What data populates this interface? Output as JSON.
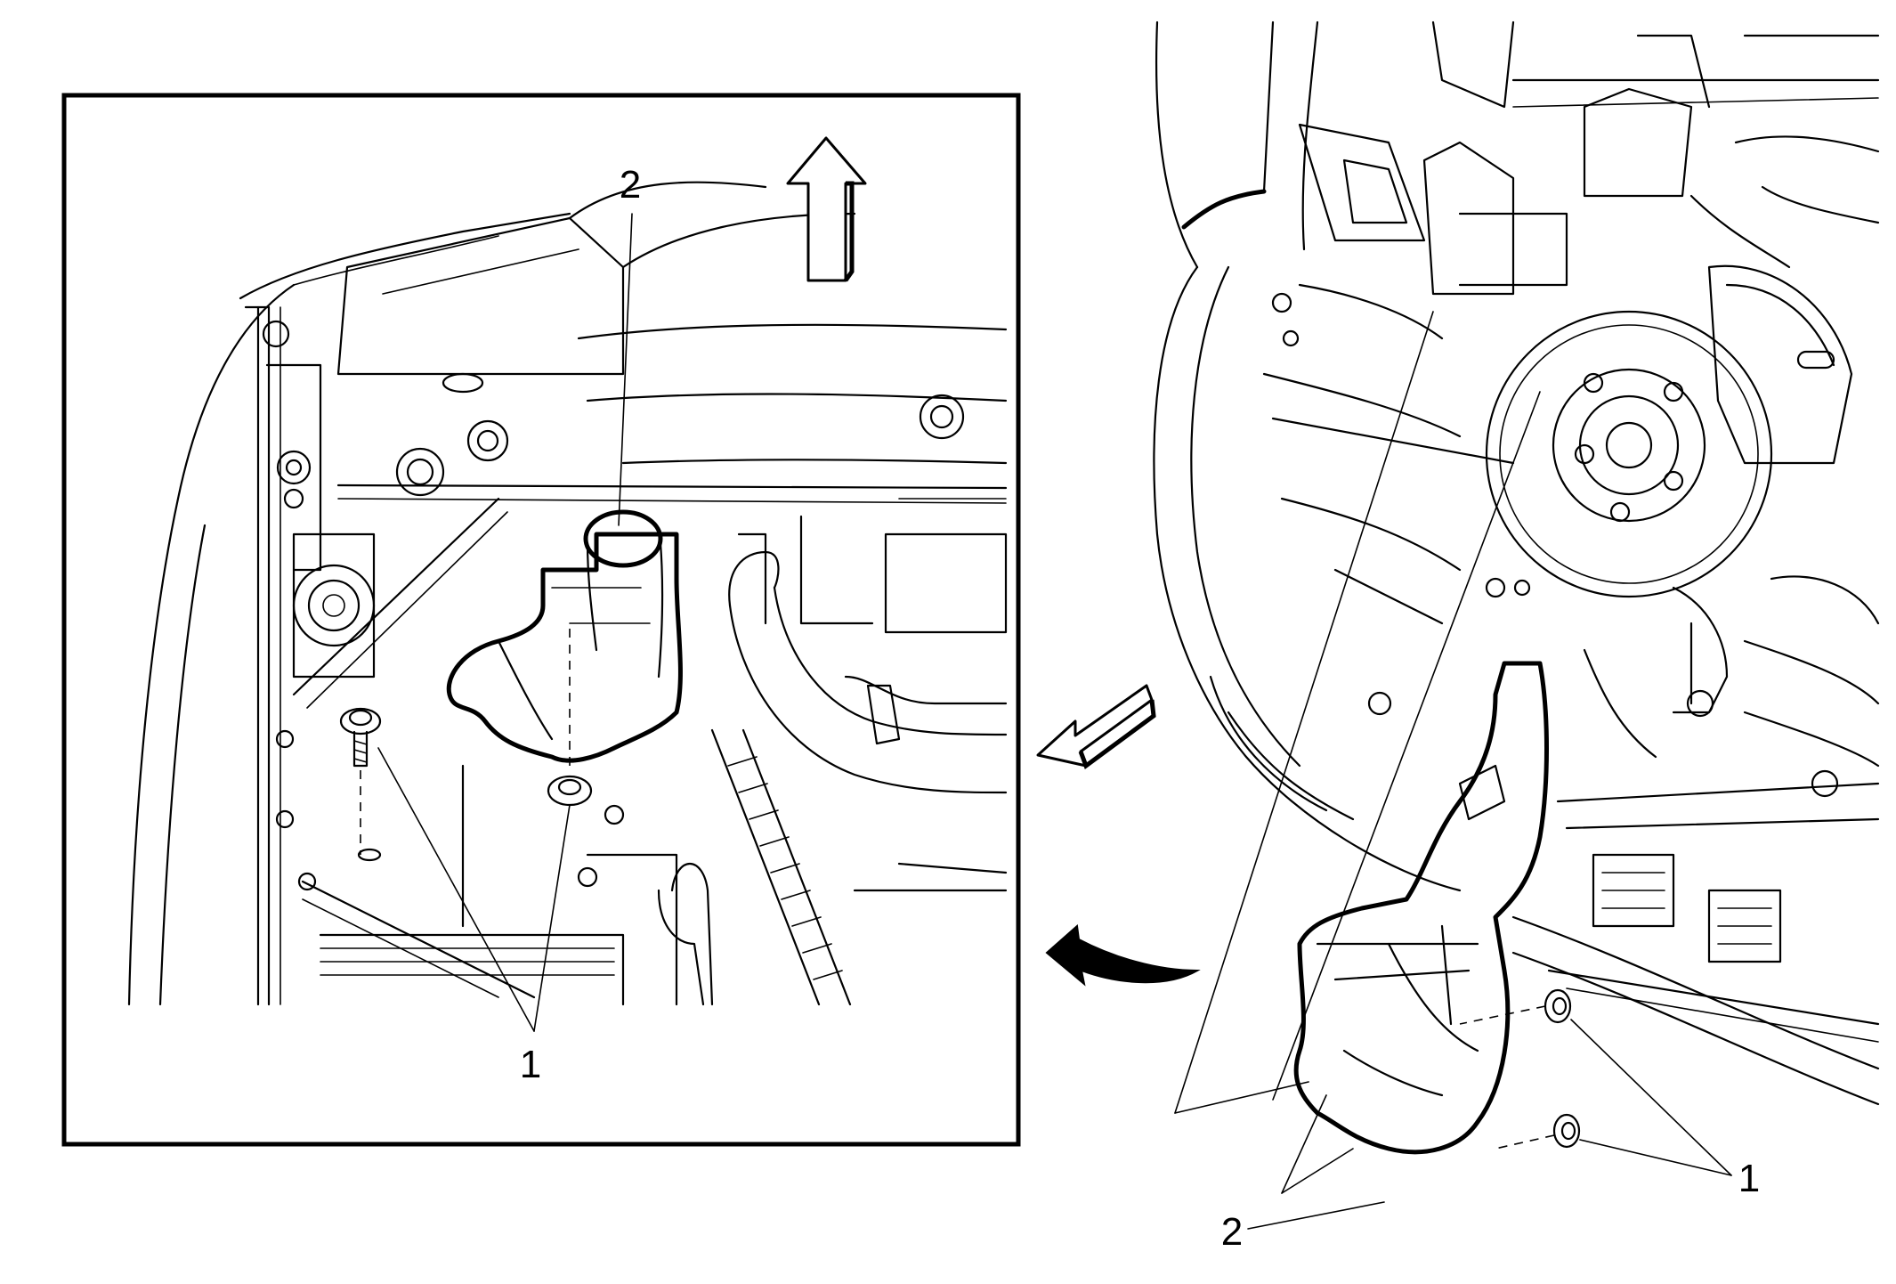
{
  "diagram": {
    "detail_view": {
      "callout_1": "1",
      "callout_2": "2",
      "direction_arrow_icon": "up-arrow-icon"
    },
    "overview": {
      "callout_1": "1",
      "callout_2": "2",
      "view_arrow_icon": "view-direction-arrow-icon",
      "rotation_arrow_icon": "curved-rotation-arrow-icon"
    }
  }
}
